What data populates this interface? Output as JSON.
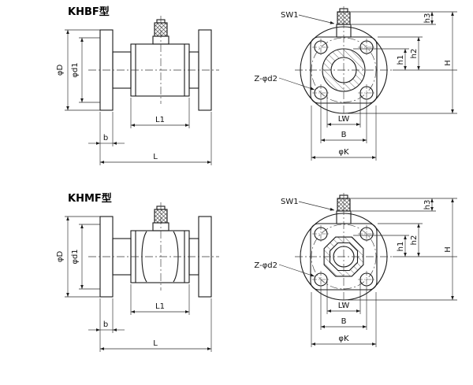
{
  "drawing": {
    "background": "#ffffff",
    "line_color": "#1a1a1a"
  },
  "sections": [
    {
      "title": "KHBF型",
      "labels": {
        "phi_D": "φD",
        "phi_d1": "φd1",
        "L1": "L1",
        "b": "b",
        "L": "L",
        "SW1": "SW1",
        "Z_phi_d2": "Z-φd2",
        "LW": "LW",
        "B": "B",
        "phi_K": "φK",
        "h1": "h1",
        "h2": "h2",
        "h3": "h3",
        "H": "H"
      }
    },
    {
      "title": "KHMF型",
      "labels": {
        "phi_D": "φD",
        "phi_d1": "φd1",
        "L1": "L1",
        "b": "b",
        "L": "L",
        "SW1": "SW1",
        "Z_phi_d2": "Z-φd2",
        "LW": "LW",
        "B": "B",
        "phi_K": "φK",
        "h1": "h1",
        "h2": "h2",
        "h3": "h3",
        "H": "H"
      }
    }
  ]
}
